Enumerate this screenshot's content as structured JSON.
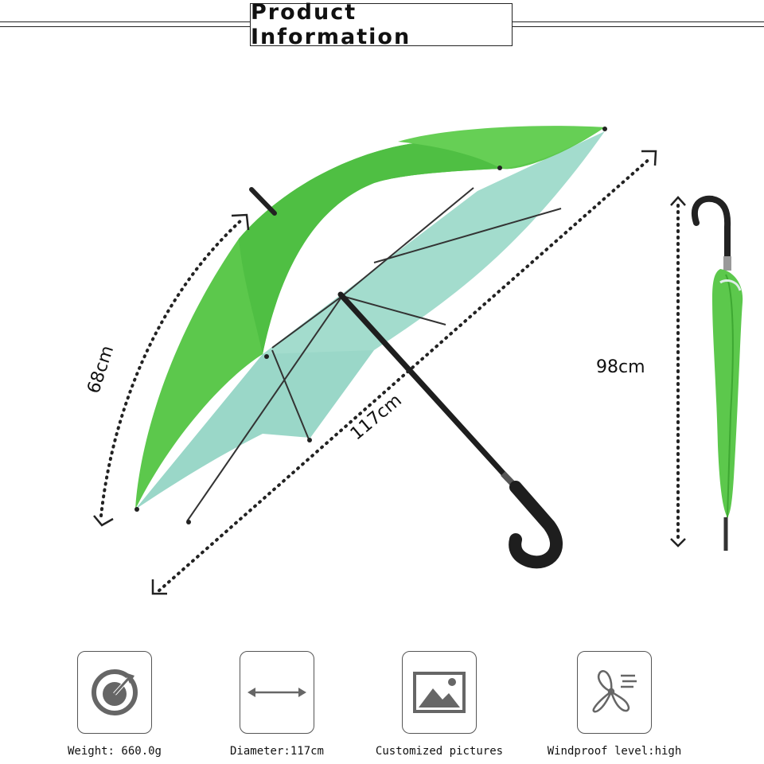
{
  "header": {
    "title": "Product Information"
  },
  "dimensions": {
    "rib_length": "68cm",
    "diameter": "117cm",
    "closed_length": "98cm"
  },
  "features": [
    {
      "icon": "weight-gauge-icon",
      "label": "Weight: 660.0g"
    },
    {
      "icon": "double-arrow-icon",
      "label": "Diameter:117cm"
    },
    {
      "icon": "picture-icon",
      "label": "Customized pictures"
    },
    {
      "icon": "wind-fan-icon",
      "label": "Windproof level:high"
    }
  ],
  "colors": {
    "canopy_outer": "#5fc94f",
    "canopy_inner": "#9fdccb",
    "shaft": "#1e1e1e",
    "icon_gray": "#666666"
  }
}
